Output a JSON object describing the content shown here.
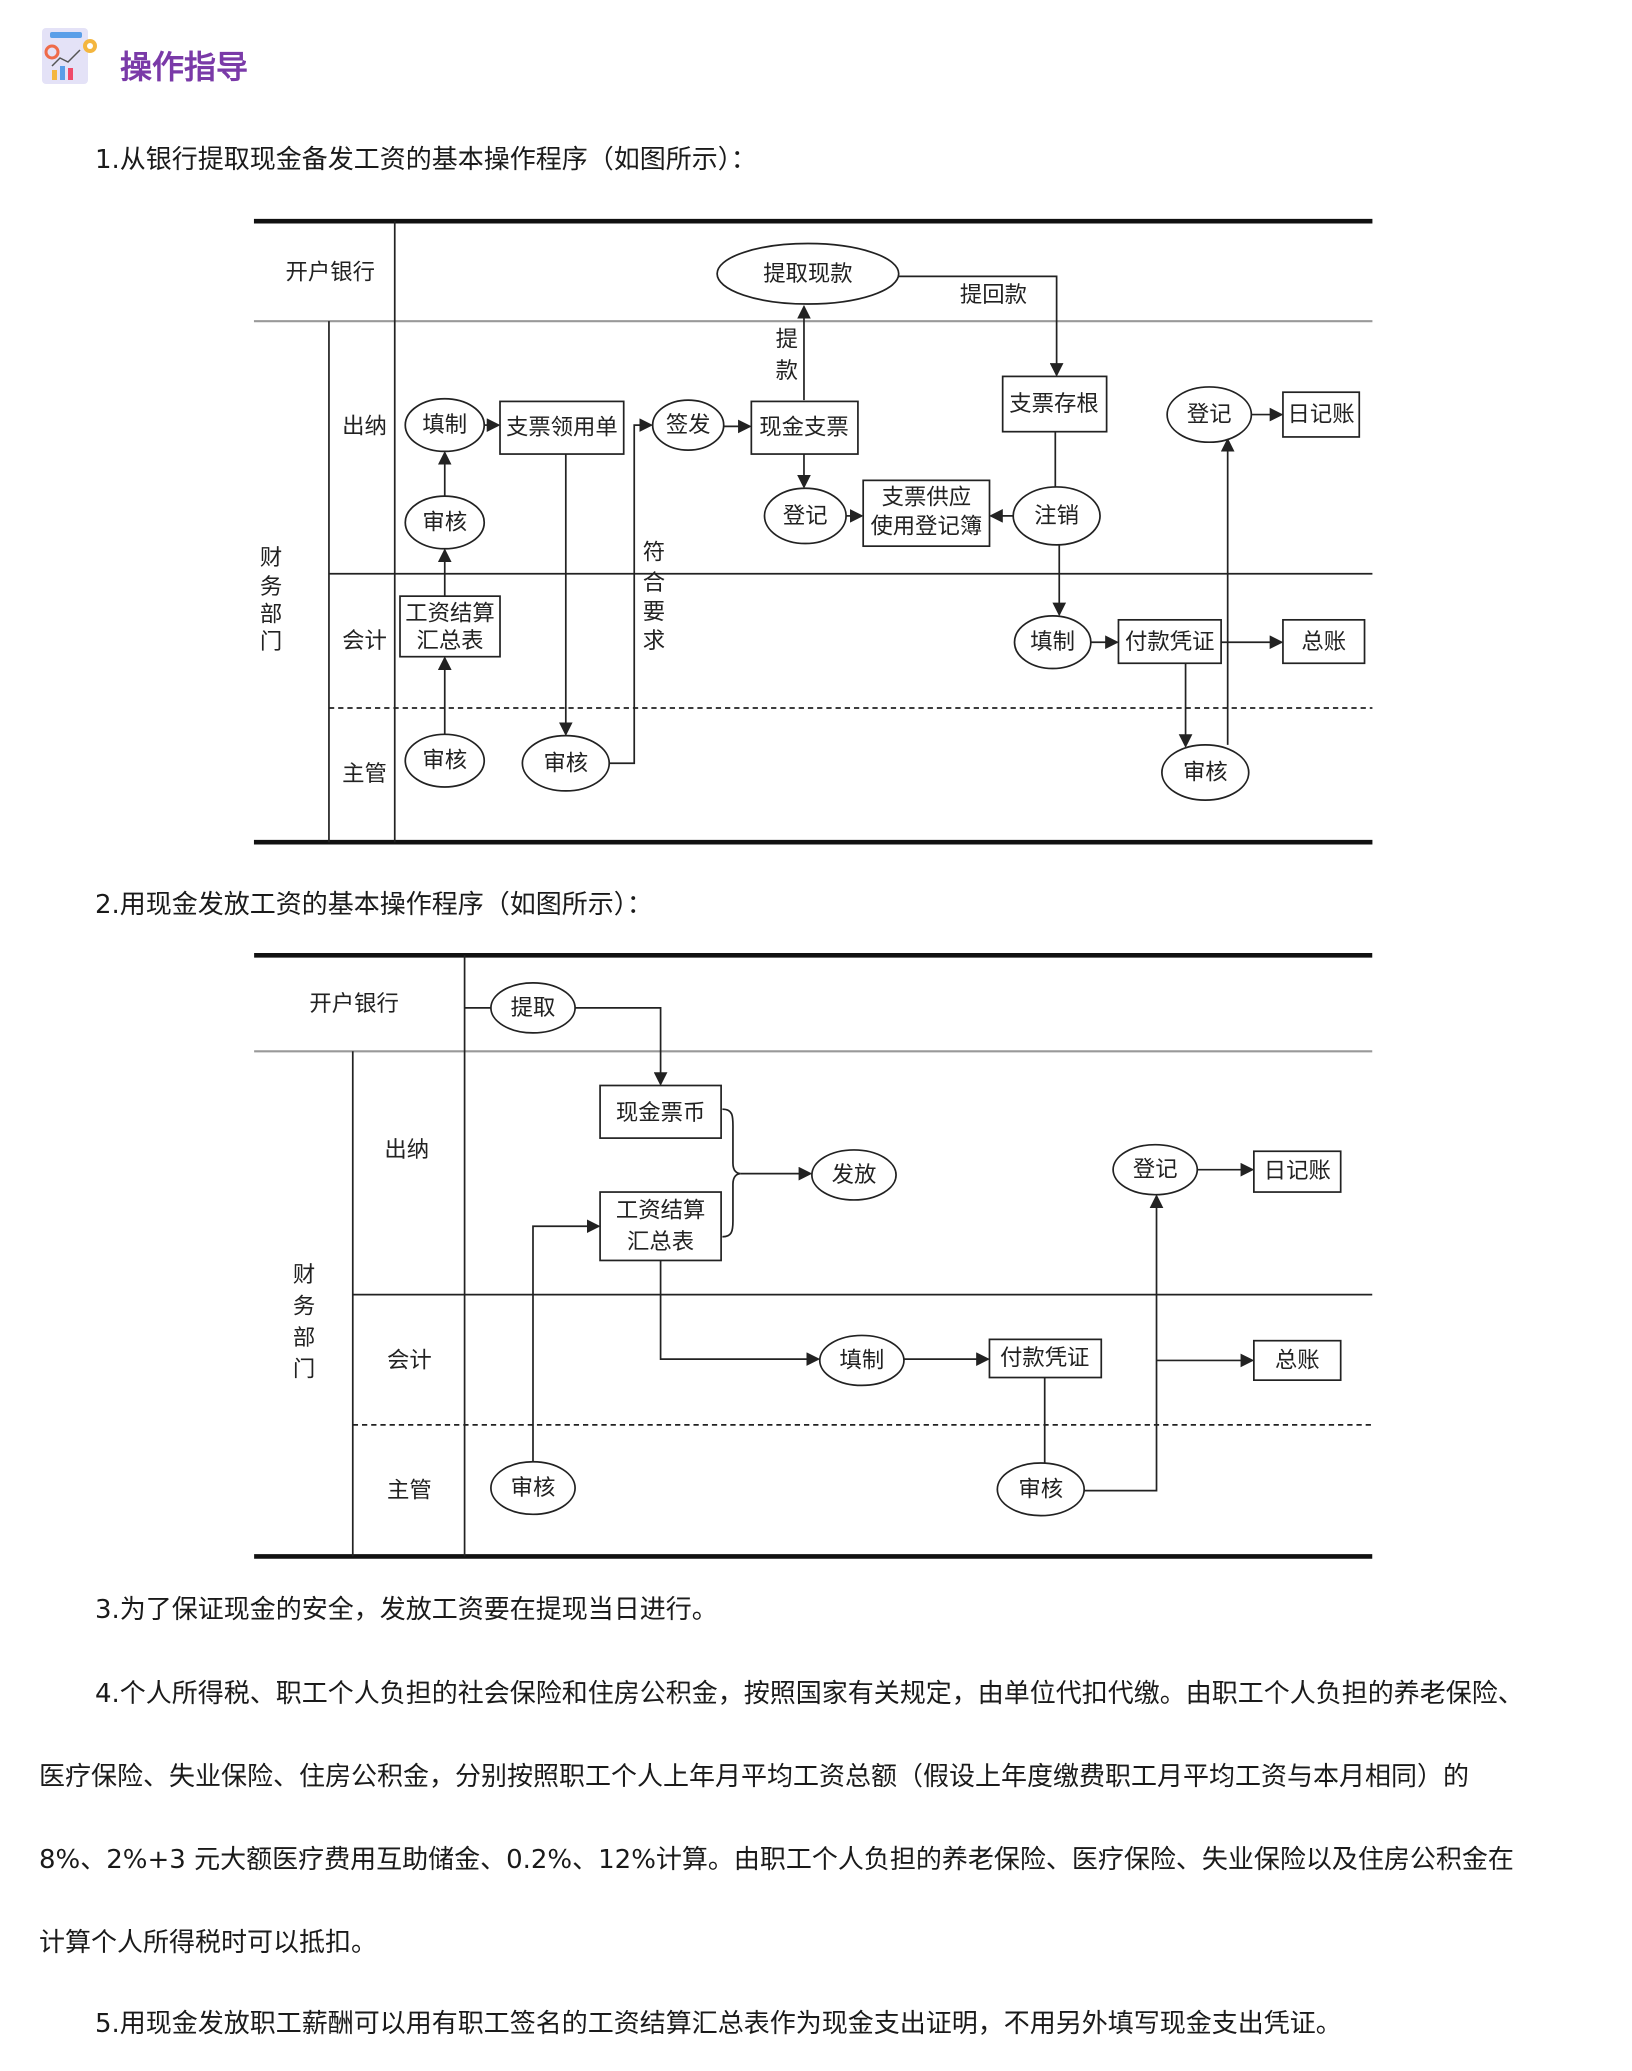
{
  "header": {
    "title": "操作指导",
    "icon": "report-chart-gear-icon",
    "title_color": "#7a3aa8"
  },
  "sections": {
    "s1": "1.从银行提取现金备发工资的基本操作程序（如图所示）：",
    "s2": "2.用现金发放工资的基本操作程序（如图所示）：",
    "s3": "3.为了保证现金的安全，发放工资要在提现当日进行。",
    "s4": [
      "4.个人所得税、职工个人负担的社会保险和住房公积金，按照国家有关规定，由单位代扣代缴。由职工个人负担的养老保险、",
      "医疗保险、失业保险、住房公积金，分别按照职工个人上年月平均工资总额（假设上年度缴费职工月平均工资与本月相同）的",
      "8%、2%+3 元大额医疗费用互助储金、0.2%、12%计算。由职工个人负担的养老保险、医疗保险、失业保险以及住房公积金在",
      "计算个人所得税时可以抵扣。"
    ],
    "s5": "5.用现金发放职工薪酬可以用有职工签名的工资结算汇总表作为现金支出证明，不用另外填写现金支出凭证。"
  },
  "diagram1": {
    "lanes": {
      "bank": "开户银行",
      "dept": [
        "财",
        "务",
        "部",
        "门"
      ],
      "cashier": "出纳",
      "accountant": "会计",
      "supervisor": "主管"
    },
    "nodes": {
      "withdraw": "提取现款",
      "fill1": "填制",
      "req": "支票领用单",
      "sign": "签发",
      "cheque": "现金支票",
      "stub": "支票存根",
      "reg1": "登记",
      "journal": "日记账",
      "review1": "审核",
      "reg2": "登记",
      "book": [
        "支票供应",
        "使用登记簿"
      ],
      "cancel": "注销",
      "payroll": [
        "工资结算",
        "汇总表"
      ],
      "fill2": "填制",
      "voucher": "付款凭证",
      "ledger": "总账",
      "review2": "审核",
      "review3": "审核",
      "review4": "审核"
    },
    "labels": {
      "return": "提回款",
      "draw": [
        "提",
        "款"
      ],
      "meets": [
        "符",
        "合",
        "要",
        "求"
      ]
    }
  },
  "diagram2": {
    "lanes": {
      "bank": "开户银行",
      "dept": [
        "财",
        "务",
        "部",
        "门"
      ],
      "cashier": "出纳",
      "accountant": "会计",
      "supervisor": "主管"
    },
    "nodes": {
      "withdraw": "提取",
      "cash": "现金票币",
      "payroll": [
        "工资结算",
        "汇总表"
      ],
      "pay": "发放",
      "reg": "登记",
      "journal": "日记账",
      "fill": "填制",
      "voucher": "付款凭证",
      "ledger": "总账",
      "review1": "审核",
      "review2": "审核"
    }
  }
}
